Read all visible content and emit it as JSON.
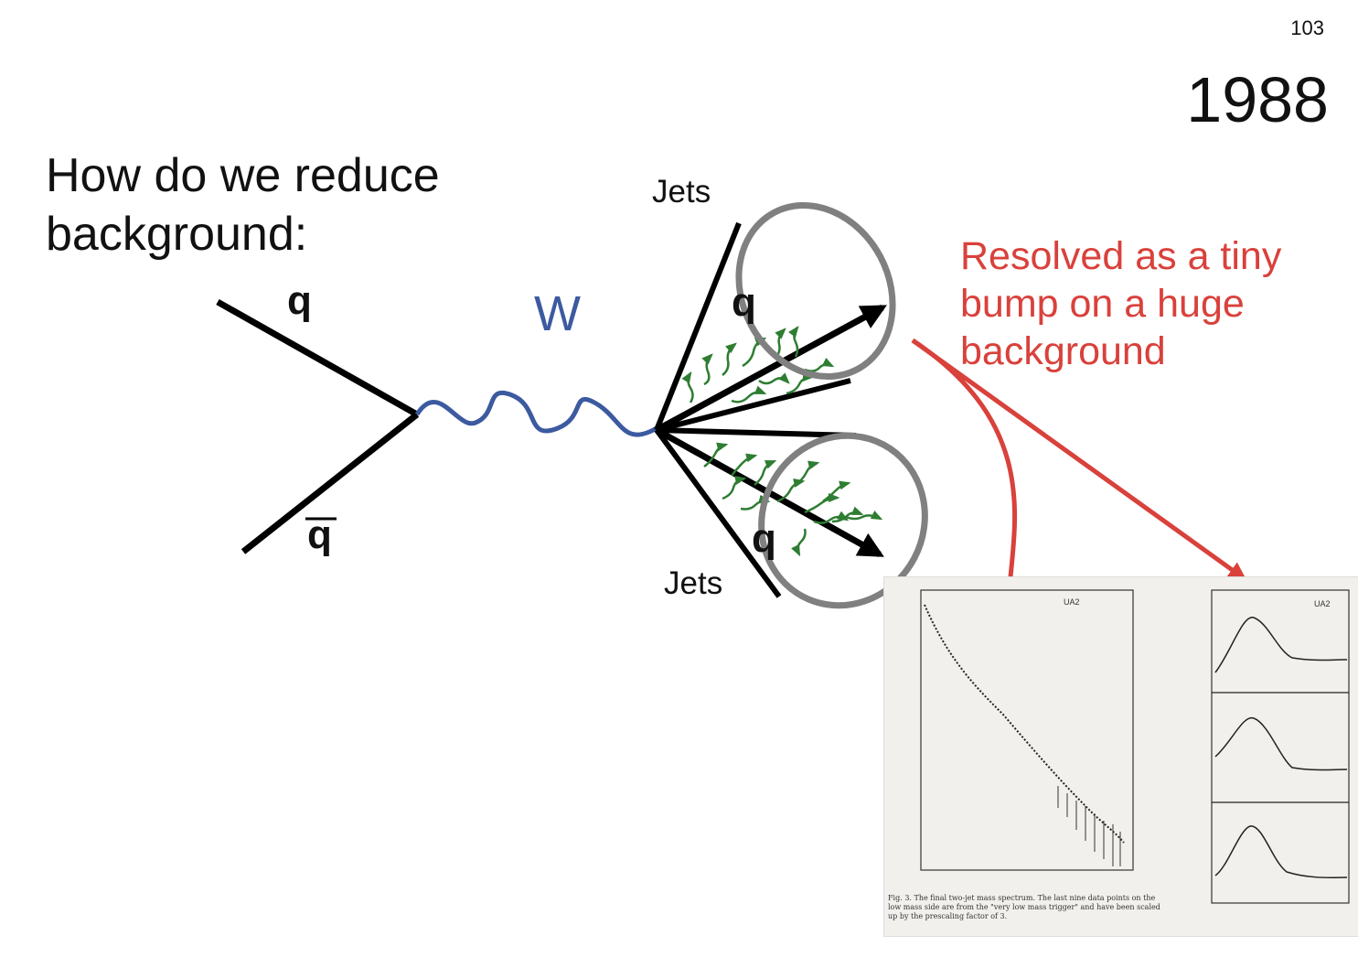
{
  "page_number": "103",
  "year": "1988",
  "question": "How do we reduce background:",
  "annotation": "Resolved as a tiny bump on a huge background",
  "diagram": {
    "quark_label": "q",
    "antiquark_label": "q",
    "boson_label": "W",
    "jets_top_label": "Jets",
    "jets_bottom_label": "Jets",
    "outgoing_quark_top": "q",
    "outgoing_quark_bottom": "q"
  },
  "colors": {
    "annotation": "#d9413b",
    "boson": "#3c5aa0",
    "gluons": "#2e7d32",
    "cones": "#808080"
  },
  "figure": {
    "left_plot_label": "UA2",
    "right_plot_label": "UA2",
    "caption": "Fig. 3. The final two-jet mass spectrum. The last nine data points on the low mass side are from the \"very low mass trigger\" and have been scaled up by the prescaling factor of 3."
  }
}
